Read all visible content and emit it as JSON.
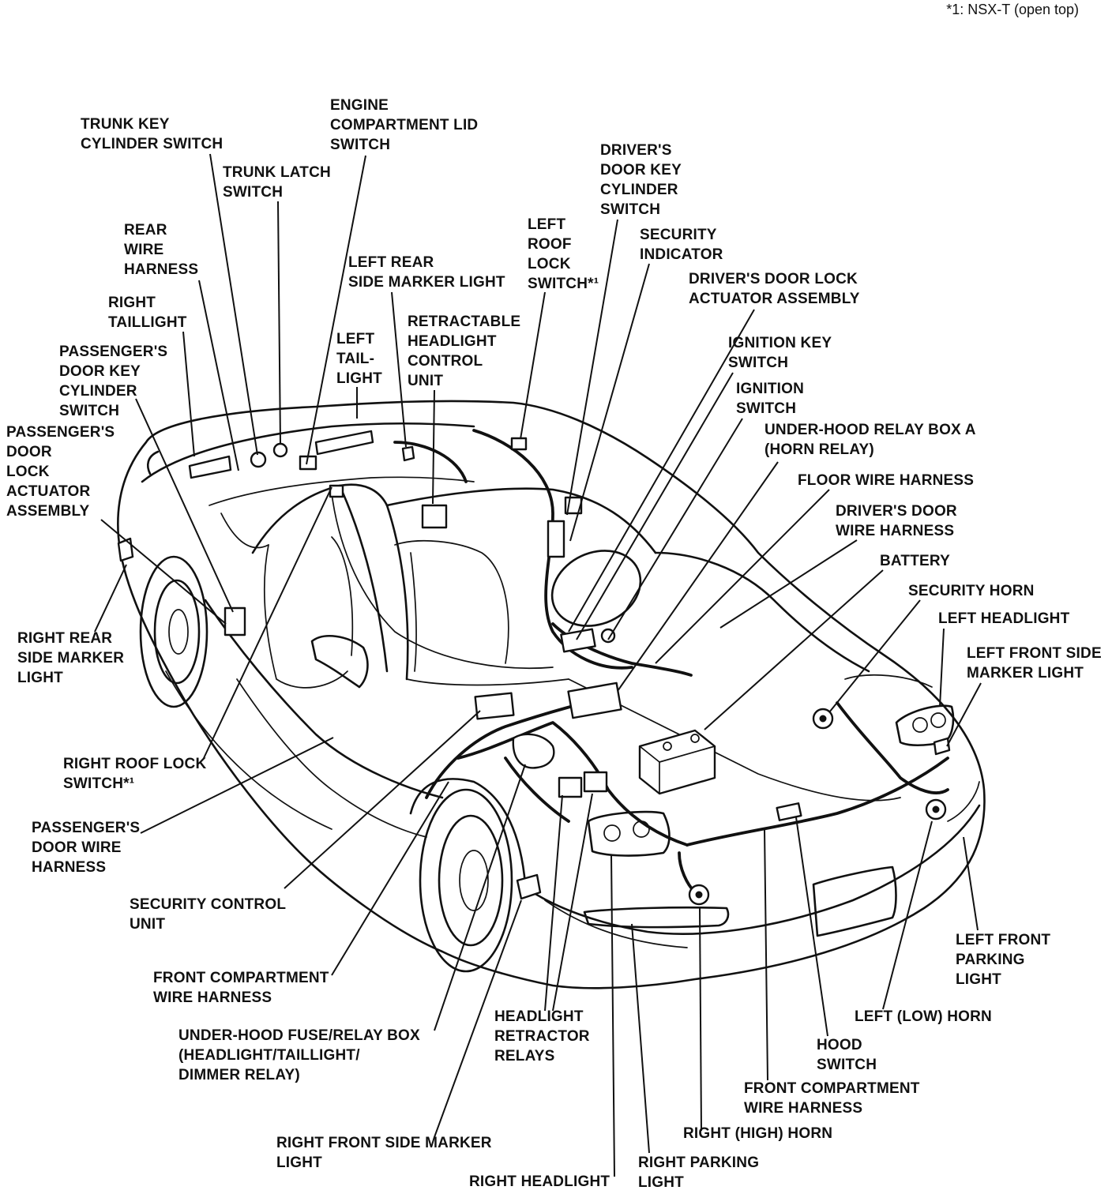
{
  "footnote": "*1: NSX-T (open top)",
  "labels": [
    {
      "id": "trunk-key-cylinder-switch",
      "text": "TRUNK KEY\nCYLINDER SWITCH"
    },
    {
      "id": "engine-compartment-lid-switch",
      "text": "ENGINE\nCOMPARTMENT LID\nSWITCH"
    },
    {
      "id": "trunk-latch-switch",
      "text": "TRUNK LATCH\nSWITCH"
    },
    {
      "id": "drivers-door-key-cylinder-switch",
      "text": "DRIVER'S\nDOOR KEY\nCYLINDER\nSWITCH"
    },
    {
      "id": "rear-wire-harness",
      "text": "REAR\nWIRE\nHARNESS"
    },
    {
      "id": "left-roof-lock-switch",
      "text": "LEFT\nROOF\nLOCK\nSWITCH*¹"
    },
    {
      "id": "security-indicator",
      "text": "SECURITY\nINDICATOR"
    },
    {
      "id": "left-rear-side-marker-light",
      "text": "LEFT REAR\nSIDE MARKER LIGHT"
    },
    {
      "id": "drivers-door-lock-actuator-assembly",
      "text": "DRIVER'S DOOR LOCK\nACTUATOR ASSEMBLY"
    },
    {
      "id": "right-taillight",
      "text": "RIGHT\nTAILLIGHT"
    },
    {
      "id": "retractable-headlight-control-unit",
      "text": "RETRACTABLE\nHEADLIGHT\nCONTROL\nUNIT"
    },
    {
      "id": "left-taillight",
      "text": "LEFT\nTAIL-\nLIGHT"
    },
    {
      "id": "ignition-key-switch",
      "text": "IGNITION KEY\nSWITCH"
    },
    {
      "id": "passengers-door-key-cylinder-switch",
      "text": "PASSENGER'S\nDOOR KEY\nCYLINDER\nSWITCH"
    },
    {
      "id": "ignition-switch",
      "text": "IGNITION\nSWITCH"
    },
    {
      "id": "passengers-door-lock-actuator-assembly",
      "text": "PASSENGER'S\nDOOR\nLOCK\nACTUATOR\nASSEMBLY"
    },
    {
      "id": "under-hood-relay-box-a",
      "text": "UNDER-HOOD RELAY BOX A\n(HORN RELAY)"
    },
    {
      "id": "floor-wire-harness",
      "text": "FLOOR WIRE HARNESS"
    },
    {
      "id": "drivers-door-wire-harness",
      "text": "DRIVER'S DOOR\nWIRE HARNESS"
    },
    {
      "id": "battery",
      "text": "BATTERY"
    },
    {
      "id": "security-horn",
      "text": "SECURITY HORN"
    },
    {
      "id": "left-headlight",
      "text": "LEFT HEADLIGHT"
    },
    {
      "id": "right-rear-side-marker-light",
      "text": "RIGHT REAR\nSIDE MARKER\nLIGHT"
    },
    {
      "id": "left-front-side-marker-light",
      "text": "LEFT FRONT SIDE\nMARKER LIGHT"
    },
    {
      "id": "right-roof-lock-switch",
      "text": "RIGHT ROOF LOCK\nSWITCH*¹"
    },
    {
      "id": "passengers-door-wire-harness",
      "text": "PASSENGER'S\nDOOR WIRE\nHARNESS"
    },
    {
      "id": "security-control-unit",
      "text": "SECURITY CONTROL\nUNIT"
    },
    {
      "id": "left-front-parking-light",
      "text": "LEFT FRONT\nPARKING\nLIGHT"
    },
    {
      "id": "front-compartment-wire-harness-left",
      "text": "FRONT COMPARTMENT\nWIRE HARNESS"
    },
    {
      "id": "headlight-retractor-relays",
      "text": "HEADLIGHT\nRETRACTOR\nRELAYS"
    },
    {
      "id": "left-low-horn",
      "text": "LEFT (LOW) HORN"
    },
    {
      "id": "under-hood-fuse-relay-box",
      "text": "UNDER-HOOD FUSE/RELAY BOX\n(HEADLIGHT/TAILLIGHT/\nDIMMER RELAY)"
    },
    {
      "id": "hood-switch",
      "text": "HOOD\nSWITCH"
    },
    {
      "id": "front-compartment-wire-harness-right",
      "text": "FRONT COMPARTMENT\nWIRE HARNESS"
    },
    {
      "id": "right-high-horn",
      "text": "RIGHT (HIGH) HORN"
    },
    {
      "id": "right-front-side-marker-light",
      "text": "RIGHT FRONT SIDE MARKER\nLIGHT"
    },
    {
      "id": "right-parking-light",
      "text": "RIGHT PARKING\nLIGHT"
    },
    {
      "id": "right-headlight",
      "text": "RIGHT HEADLIGHT"
    }
  ]
}
